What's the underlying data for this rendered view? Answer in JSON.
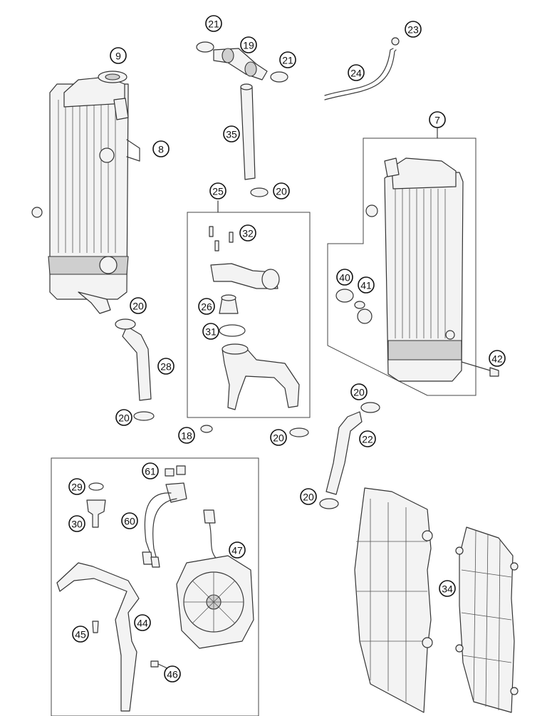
{
  "callouts": [
    {
      "id": "c9",
      "label": "9"
    },
    {
      "id": "c8",
      "label": "8"
    },
    {
      "id": "c21a",
      "label": "21"
    },
    {
      "id": "c19",
      "label": "19"
    },
    {
      "id": "c21b",
      "label": "21"
    },
    {
      "id": "c35",
      "label": "35"
    },
    {
      "id": "c20a",
      "label": "20"
    },
    {
      "id": "c23",
      "label": "23"
    },
    {
      "id": "c24",
      "label": "24"
    },
    {
      "id": "c7",
      "label": "7"
    },
    {
      "id": "c25",
      "label": "25"
    },
    {
      "id": "c32",
      "label": "32"
    },
    {
      "id": "c26",
      "label": "26"
    },
    {
      "id": "c31",
      "label": "31"
    },
    {
      "id": "c40",
      "label": "40"
    },
    {
      "id": "c41",
      "label": "41"
    },
    {
      "id": "c42",
      "label": "42"
    },
    {
      "id": "c20b",
      "label": "20"
    },
    {
      "id": "c28",
      "label": "28"
    },
    {
      "id": "c20c",
      "label": "20"
    },
    {
      "id": "c18",
      "label": "18"
    },
    {
      "id": "c20d",
      "label": "20"
    },
    {
      "id": "c20e",
      "label": "20"
    },
    {
      "id": "c22",
      "label": "22"
    },
    {
      "id": "c20f",
      "label": "20"
    },
    {
      "id": "c61",
      "label": "61"
    },
    {
      "id": "c29",
      "label": "29"
    },
    {
      "id": "c60",
      "label": "60"
    },
    {
      "id": "c30",
      "label": "30"
    },
    {
      "id": "c47",
      "label": "47"
    },
    {
      "id": "c44",
      "label": "44"
    },
    {
      "id": "c45",
      "label": "45"
    },
    {
      "id": "c46",
      "label": "46"
    },
    {
      "id": "c34",
      "label": "34"
    }
  ]
}
